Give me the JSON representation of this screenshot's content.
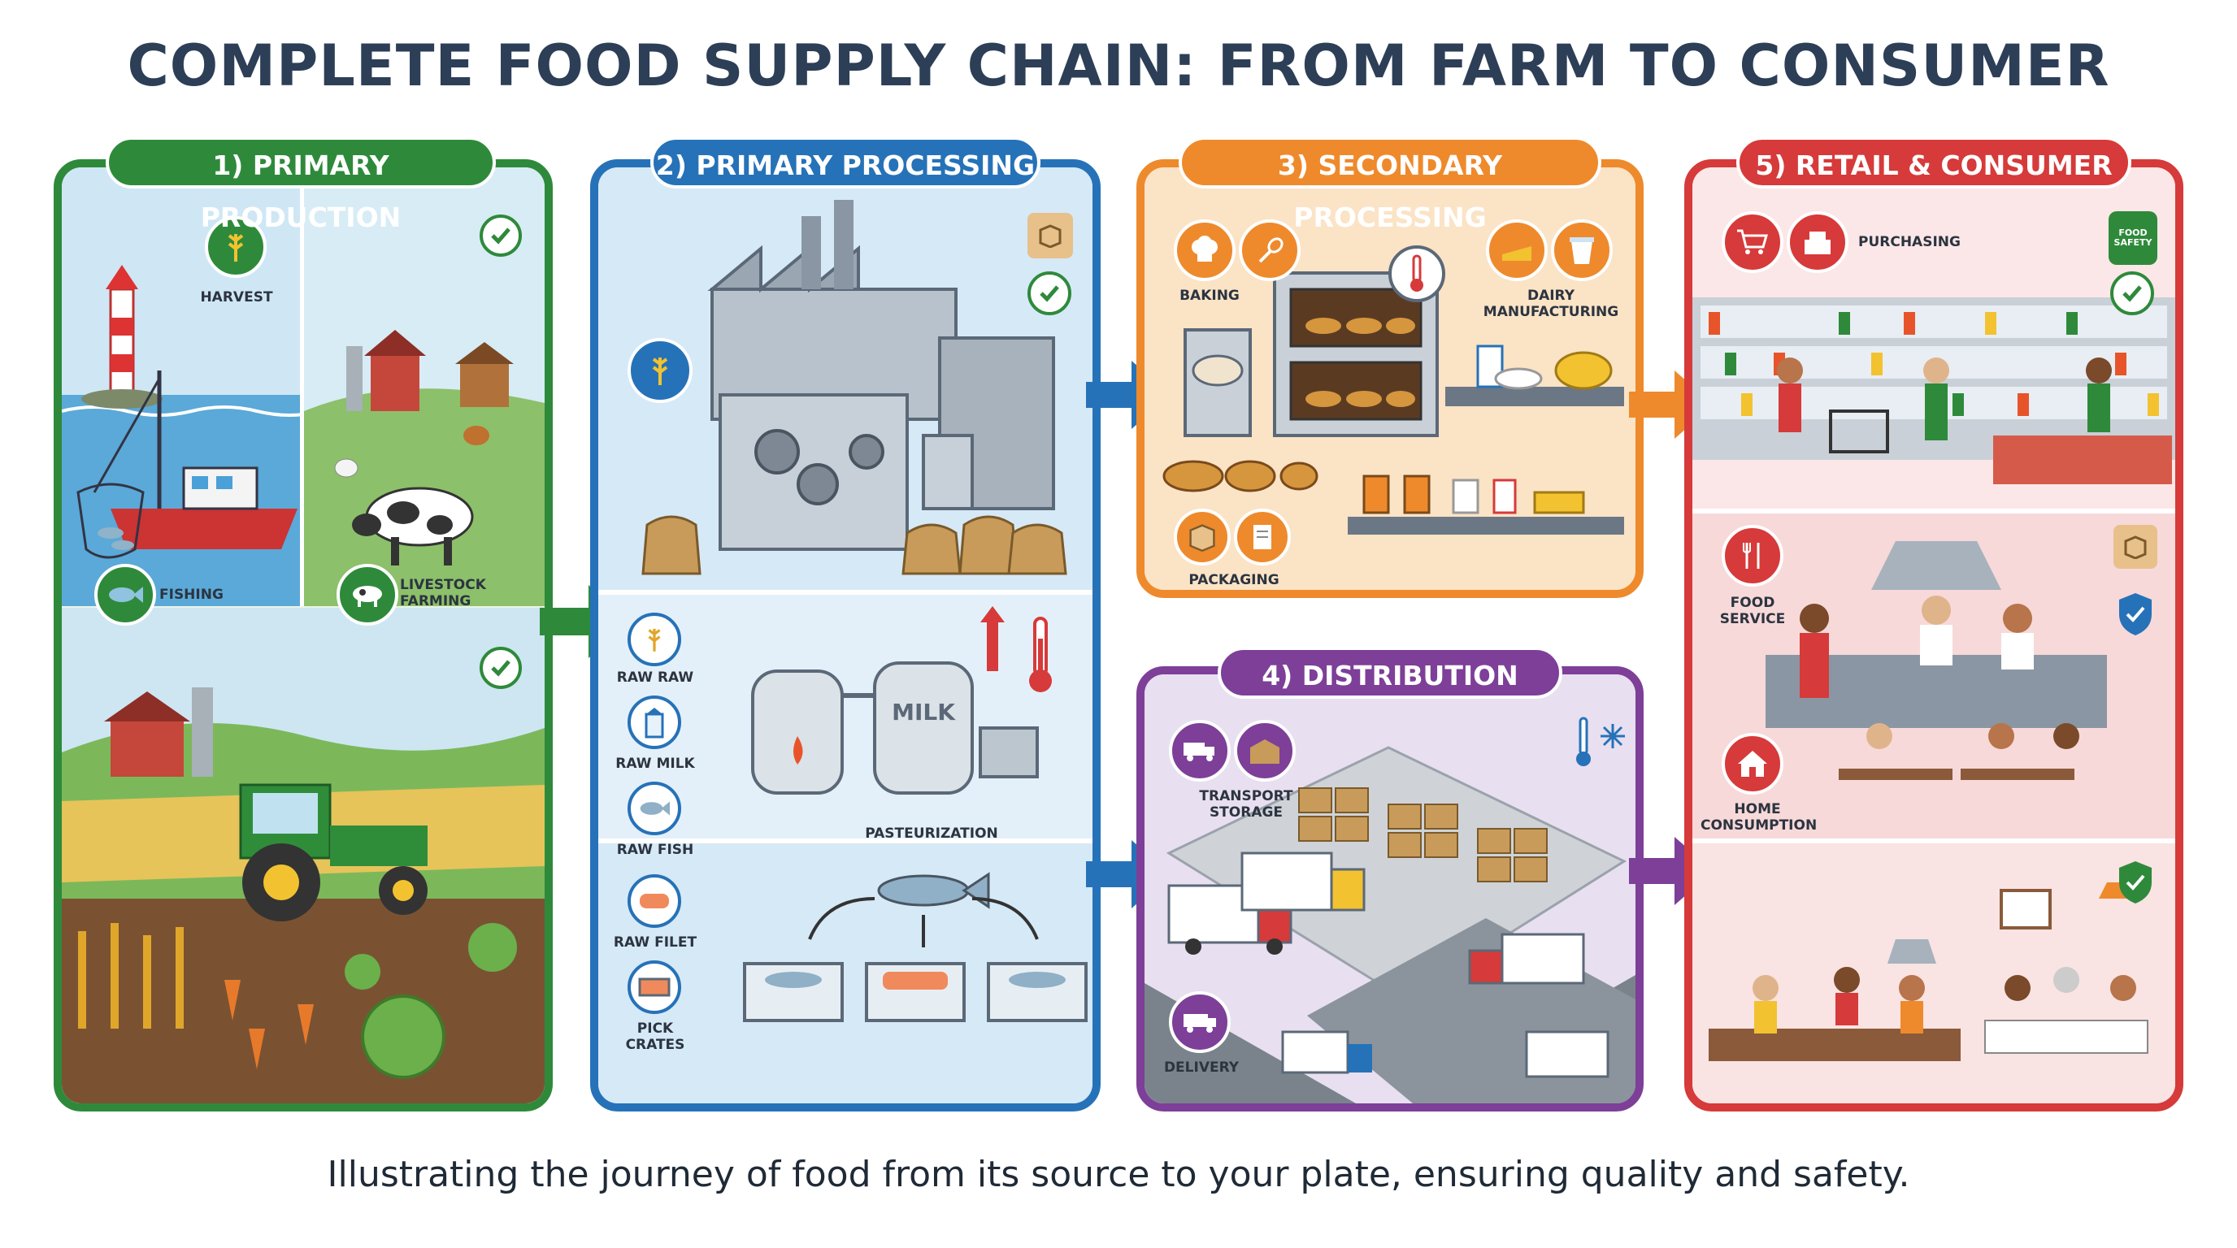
{
  "title": "COMPLETE FOOD SUPPLY CHAIN: FROM FARM TO CONSUMER",
  "caption": "Illustrating the journey of food from its source to your plate, ensuring quality and safety.",
  "colors": {
    "green": "#2e8a3a",
    "blue": "#2672b8",
    "orange": "#ee8a2c",
    "purple": "#7d3f98",
    "red": "#d63a3a",
    "title": "#2d3e57"
  },
  "panels": {
    "primary_production": {
      "title": "1) PRIMARY PRODUCTION",
      "labels": {
        "harvest": "HARVEST",
        "fishing": "FISHING",
        "livestock": "LIVESTOCK\nFARMING"
      }
    },
    "primary_processing": {
      "title": "2) PRIMARY PROCESSING",
      "labels": {
        "raw_raw": "RAW RAW",
        "raw_milk": "RAW MILK",
        "raw_fish": "RAW FISH",
        "pasteurization": "PASTEURIZATION",
        "milk_tank": "MILK",
        "raw_filet": "RAW FILET",
        "pick_crates": "PICK\nCRATES"
      }
    },
    "secondary_processing": {
      "title": "3) SECONDARY PROCESSING",
      "labels": {
        "baking": "BAKING",
        "dairy": "DAIRY\nMANUFACTURING",
        "packaging": "PACKAGING"
      }
    },
    "distribution": {
      "title": "4) DISTRIBUTION",
      "labels": {
        "transport_storage": "TRANSPORT STORAGE",
        "delivery": "DELIVERY"
      }
    },
    "retail_consumer": {
      "title": "5) RETAIL & CONSUMER",
      "labels": {
        "purchasing": "PURCHASING",
        "food_service": "FOOD\nSERVICE",
        "home_consumption": "HOME\nCONSUMPTION",
        "food_safety": "FOOD\nSAFETY"
      }
    }
  },
  "icons": [
    "wheat-icon",
    "check-icon",
    "fish-icon",
    "cow-icon",
    "box-icon",
    "milk-icon",
    "thermometer-icon",
    "chef-hat-icon",
    "whisk-icon",
    "cheese-icon",
    "yogurt-icon",
    "package-icon",
    "document-icon",
    "truck-icon",
    "warehouse-icon",
    "snowflake-icon",
    "van-icon",
    "cart-icon",
    "register-icon",
    "cutlery-icon",
    "house-icon",
    "shield-icon"
  ]
}
